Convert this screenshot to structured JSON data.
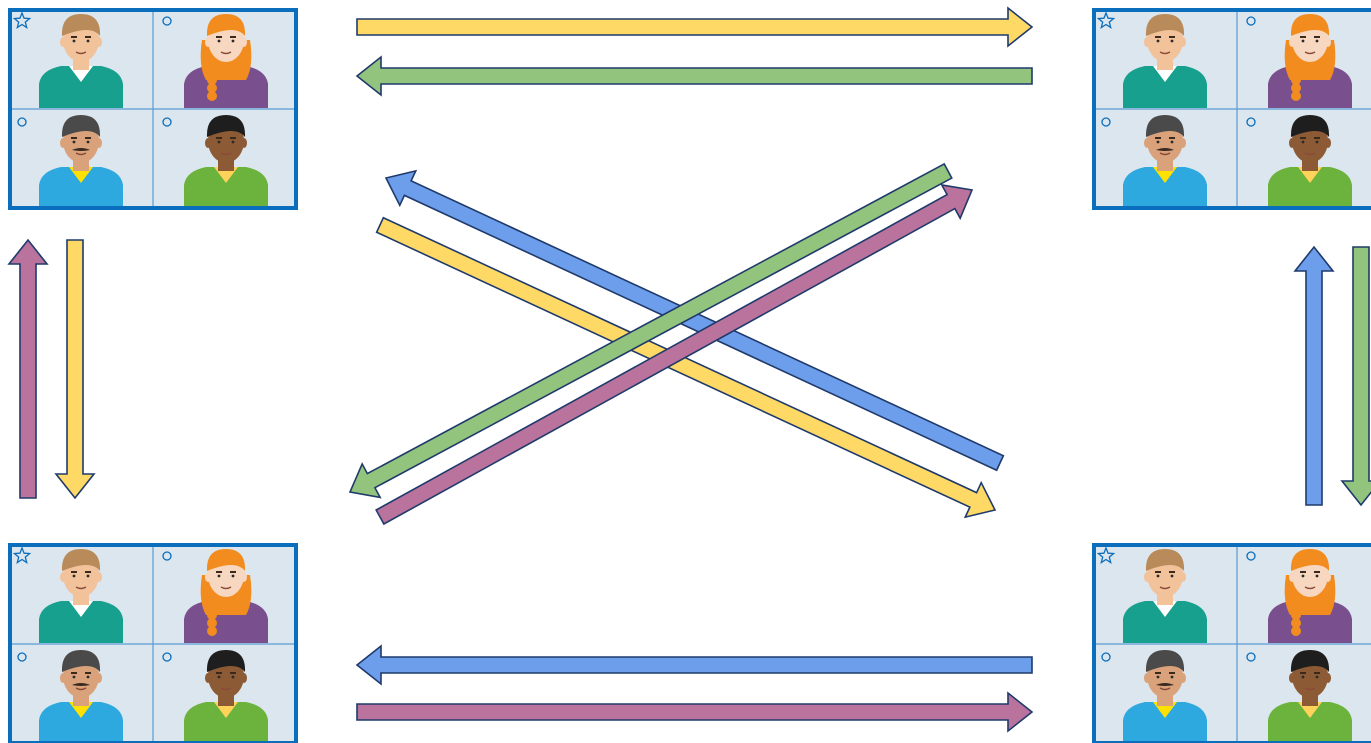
{
  "colors": {
    "yellow": "#FFD966",
    "green": "#93C47D",
    "blue": "#6D9EEB",
    "purple": "#B9739C",
    "outline": "#1F3A6B",
    "frame": "#0A6EBD",
    "tile_bg": "#DCE6EE",
    "divider": "#5A9BD5"
  },
  "participants": [
    {
      "role": "host",
      "badge_icon": "star-icon",
      "hair": "#B98B5A",
      "skin": "#F2C29B",
      "shirt": "#17A08D",
      "collar": "#FFFFFF"
    },
    {
      "role": "participant",
      "badge_icon": "circle-icon",
      "hair": "#F28C1E",
      "skin": "#F7D7C0",
      "shirt": "#7A4F8E",
      "collar": "#7A4F8E"
    },
    {
      "role": "participant",
      "badge_icon": "circle-icon",
      "hair": "#4A4A4A",
      "skin": "#D9A27A",
      "shirt": "#2EA9DF",
      "collar": "#FFE100"
    },
    {
      "role": "participant",
      "badge_icon": "circle-icon",
      "hair": "#1E1E1E",
      "skin": "#8C5A34",
      "shirt": "#6CB33E",
      "collar": "#FFD25A"
    }
  ],
  "meetings": [
    {
      "id": "top-left"
    },
    {
      "id": "top-right"
    },
    {
      "id": "bottom-left"
    },
    {
      "id": "bottom-right"
    }
  ],
  "connections": [
    {
      "from": "top-left",
      "to": "top-right",
      "color": "yellow"
    },
    {
      "from": "top-right",
      "to": "top-left",
      "color": "green"
    },
    {
      "from": "bottom-right",
      "to": "bottom-left",
      "color": "blue"
    },
    {
      "from": "bottom-left",
      "to": "bottom-right",
      "color": "purple"
    },
    {
      "from": "bottom-left",
      "to": "top-left",
      "color": "purple"
    },
    {
      "from": "top-left",
      "to": "bottom-left",
      "color": "yellow"
    },
    {
      "from": "bottom-right",
      "to": "top-right",
      "color": "blue"
    },
    {
      "from": "top-right",
      "to": "bottom-right",
      "color": "green"
    },
    {
      "from": "bottom-right",
      "to": "top-left",
      "color": "blue"
    },
    {
      "from": "top-left",
      "to": "bottom-right",
      "color": "yellow"
    },
    {
      "from": "top-right",
      "to": "bottom-left",
      "color": "green"
    },
    {
      "from": "bottom-left",
      "to": "top-right",
      "color": "purple"
    }
  ]
}
